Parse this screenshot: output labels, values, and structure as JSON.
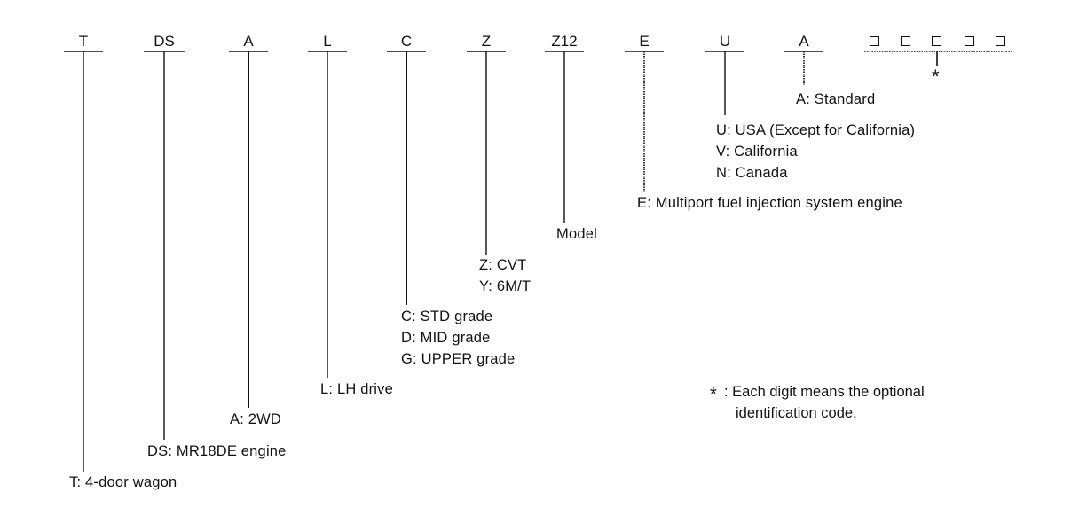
{
  "codes": [
    "T",
    "DS",
    "A",
    "L",
    "C",
    "Z",
    "Z12",
    "E",
    "U",
    "A"
  ],
  "optional_boxes": 5,
  "star": "*",
  "labels": {
    "t": "T: 4-door wagon",
    "ds": "DS: MR18DE engine",
    "a_drive": "A: 2WD",
    "l": "L: LH drive",
    "grade": [
      "C: STD grade",
      "D: MID grade",
      "G: UPPER grade"
    ],
    "trans": [
      "Z: CVT",
      "Y: 6M/T"
    ],
    "model": "Model",
    "e": "E: Multiport fuel injection system engine",
    "dest": [
      "U: USA (Except for California)",
      "V: California",
      "N: Canada"
    ],
    "a_std": "A: Standard"
  },
  "note": {
    "star": "*",
    "line1": ": Each digit means the optional",
    "line2": "identification code."
  }
}
